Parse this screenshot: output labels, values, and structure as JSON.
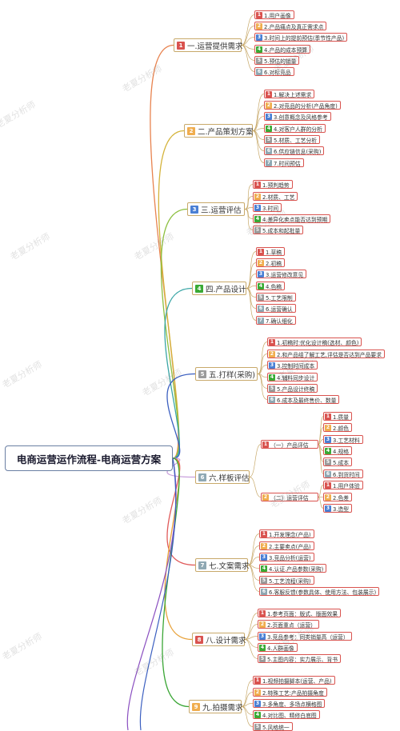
{
  "root": {
    "label": "电商运营运作流程-电商运营方案"
  },
  "watermark": "老夏分析师",
  "badge_colors": [
    "#d9534f",
    "#f0ad4e",
    "#4a7fd4",
    "#3aaa35",
    "#9b9b9b",
    "#8fa8b3",
    "#8fa8b3"
  ],
  "branches": [
    {
      "num": "1",
      "label": "一.运营提供需求",
      "color": "#e8834f",
      "items": [
        "1.用户画像",
        "2.产品痛点及真正需求点",
        "3.时间上的提前预估(季节性产品)",
        "4.产品的成本预算",
        "5.预估的销量",
        "6.对标竞品"
      ]
    },
    {
      "num": "2",
      "label": "二.产品策划方案",
      "color": "#d4b33a",
      "items": [
        "1.解决上述需求",
        "2.对竞品的分析(产品角度)",
        "3.创意概念及风格参考",
        "4.对客户人群的分析",
        "5.材质、工艺分析",
        "6.供应链信息(采购)",
        "7.时间预估"
      ]
    },
    {
      "num": "3",
      "label": "三.运营评估",
      "color": "#8cbf3f",
      "items": [
        "1.预判趋势",
        "2.材质、工艺",
        "3.时间",
        "4.差异化卖点能否达到预期",
        "5.成本和起批量"
      ]
    },
    {
      "num": "4",
      "label": "四.产品设计",
      "color": "#3aa6a6",
      "items": [
        "1.草稿",
        "2.初稿",
        "3.运营修改意见",
        "4.色稿",
        "5.工艺限制",
        "6.运营确认",
        "7.确认细化"
      ]
    },
    {
      "num": "5",
      "label": "五.打样(采购)",
      "color": "#3b5fc0",
      "items": [
        "1.初稿时:优化设计稿(选材、颜色)",
        "2.和产品组了解工艺,评估是否达到产品要求",
        "3.控制时间成本",
        "4.辅料同步设计",
        "5.产品设计终稿",
        "6.成本及最终售价、数量"
      ]
    },
    {
      "num": "6",
      "label": "六.样板评估",
      "color": "#c9a0dc",
      "groups": [
        {
          "num": "1",
          "label": "（一）产品评估",
          "items": [
            "1.质量",
            "2.颜色",
            "3.工艺材料",
            "4.规格",
            "5.成本",
            "6.到货时间"
          ]
        },
        {
          "num": "2",
          "label": "（二）运营评估",
          "items": [
            "1.用户体验",
            "2.色差",
            "3.造型"
          ]
        }
      ]
    },
    {
      "num": "7",
      "label": "七.文案需求",
      "color": "#e05a5a",
      "items": [
        "1.开发理念(产品)",
        "2.主要卖点(产品)",
        "3.竞品分析(运营)",
        "4.认证.产品参数(采购)",
        "5.工艺流程(采购)",
        "6.客服反馈(参数具体、使用方法、包装展示)"
      ]
    },
    {
      "num": "8",
      "label": "八.设计需求",
      "color": "#e8a23a",
      "items": [
        "1.参考页面：版式、版面效果",
        "2.页面重点（运营）",
        "3.竞品参考：同类销量高（运营）",
        "4.人群画像",
        "5.主图内容：实力展示、背书"
      ]
    },
    {
      "num": "9",
      "label": "九.拍摄需求",
      "color": "#3aa635",
      "items": [
        "1.视频拍摄脚本(运营、产品)",
        "2.特殊工艺:产品拍摄角度",
        "3.多角度、多场点横格图",
        "4.对比图、精修白底图",
        "5.风格统一"
      ]
    }
  ]
}
